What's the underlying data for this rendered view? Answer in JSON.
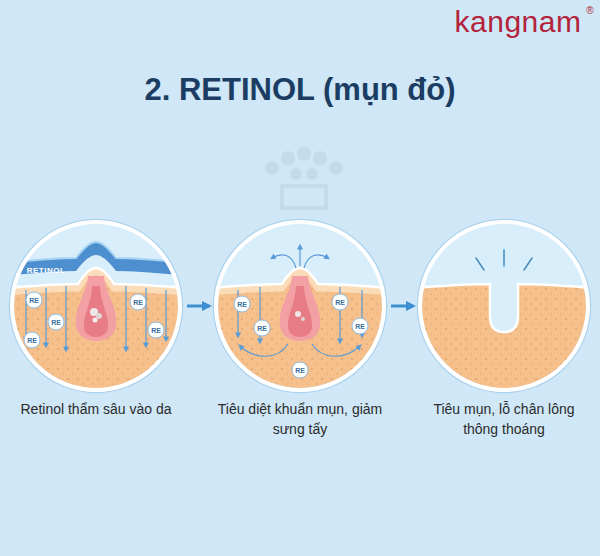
{
  "diagram": {
    "title": "2. RETINOL (mụn đỏ)",
    "nodes": [
      {
        "text": [
          "Retinol thẩm sâu vào da"
        ]
      },
      {
        "text": [
          "Tiêu diệt khuẩn mụn, giảm sưng tấy"
        ]
      },
      {
        "text": [
          "Tiêu mụn, lỗ chân lông thông thoáng"
        ]
      }
    ],
    "edges": [
      {
        "from": 0,
        "to": 1,
        "arrow": "to"
      },
      {
        "from": 1,
        "to": 2,
        "arrow": "to"
      }
    ],
    "labels": [
      "kangnam",
      "®",
      "RETINOL",
      "RE",
      "RE",
      "RE",
      "RE",
      "RE",
      "RE",
      "RE",
      "RE",
      "RE",
      "RE"
    ]
  }
}
